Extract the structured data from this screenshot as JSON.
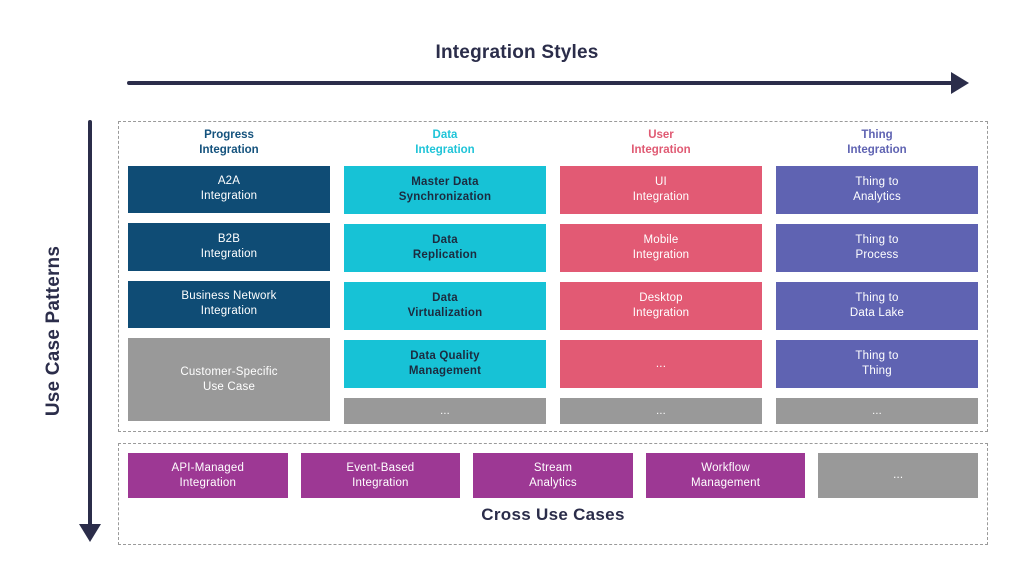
{
  "colors": {
    "ink": "#2B2D4A",
    "navy": "#0F4C75",
    "cyan": "#17C2D6",
    "pink": "#E25A74",
    "purple": "#5F63B2",
    "gray": "#999999",
    "magenta": "#9D3894"
  },
  "top_axis": {
    "label": "Integration Styles"
  },
  "left_axis": {
    "label": "Use Case Patterns"
  },
  "matrix": {
    "columns": [
      {
        "id": "progress-integration",
        "header": "Progress\nIntegration",
        "cells": [
          {
            "label": "A2A\nIntegration"
          },
          {
            "label": "B2B\nIntegration"
          },
          {
            "label": "Business Network\nIntegration"
          },
          {
            "label": "Customer-Specific\nUse Case"
          }
        ]
      },
      {
        "id": "data-integration",
        "header": "Data\nIntegration",
        "cells": [
          {
            "label": "Master Data\nSynchronization"
          },
          {
            "label": "Data\nReplication"
          },
          {
            "label": "Data\nVirtualization"
          },
          {
            "label": "Data Quality\nManagement"
          },
          {
            "label": "..."
          }
        ]
      },
      {
        "id": "user-integration",
        "header": "User\nIntegration",
        "cells": [
          {
            "label": "UI\nIntegration"
          },
          {
            "label": "Mobile\nIntegration"
          },
          {
            "label": "Desktop\nIntegration"
          },
          {
            "label": "..."
          },
          {
            "label": "..."
          }
        ]
      },
      {
        "id": "thing-integration",
        "header": "Thing\nIntegration",
        "cells": [
          {
            "label": "Thing to\nAnalytics"
          },
          {
            "label": "Thing to\nProcess"
          },
          {
            "label": "Thing to\nData Lake"
          },
          {
            "label": "Thing to\nThing"
          },
          {
            "label": "..."
          }
        ]
      }
    ]
  },
  "cross_use_cases": {
    "title": "Cross Use Cases",
    "items": [
      {
        "label": "API-Managed\nIntegration"
      },
      {
        "label": "Event-Based\nIntegration"
      },
      {
        "label": "Stream\nAnalytics"
      },
      {
        "label": "Workflow\nManagement"
      },
      {
        "label": "..."
      }
    ]
  }
}
